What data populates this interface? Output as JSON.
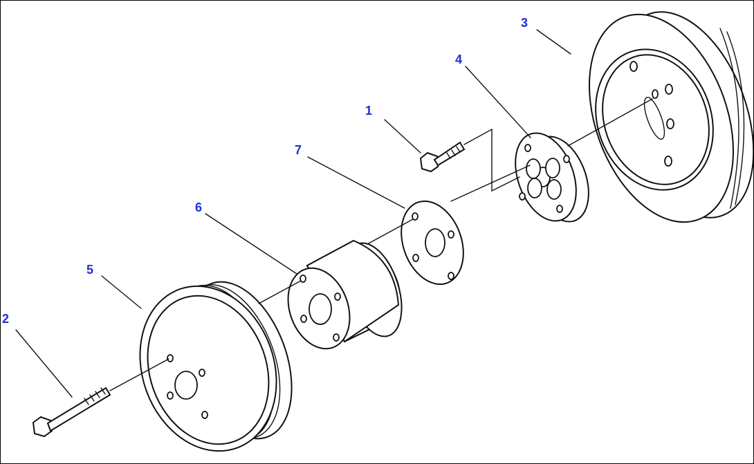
{
  "callouts": {
    "c1": "1",
    "c2": "2",
    "c3": "3",
    "c4": "4",
    "c5": "5",
    "c6": "6",
    "c7": "7"
  },
  "colors": {
    "callout": "#1f2fd0",
    "linework": "#111111",
    "background": "#ffffff"
  }
}
